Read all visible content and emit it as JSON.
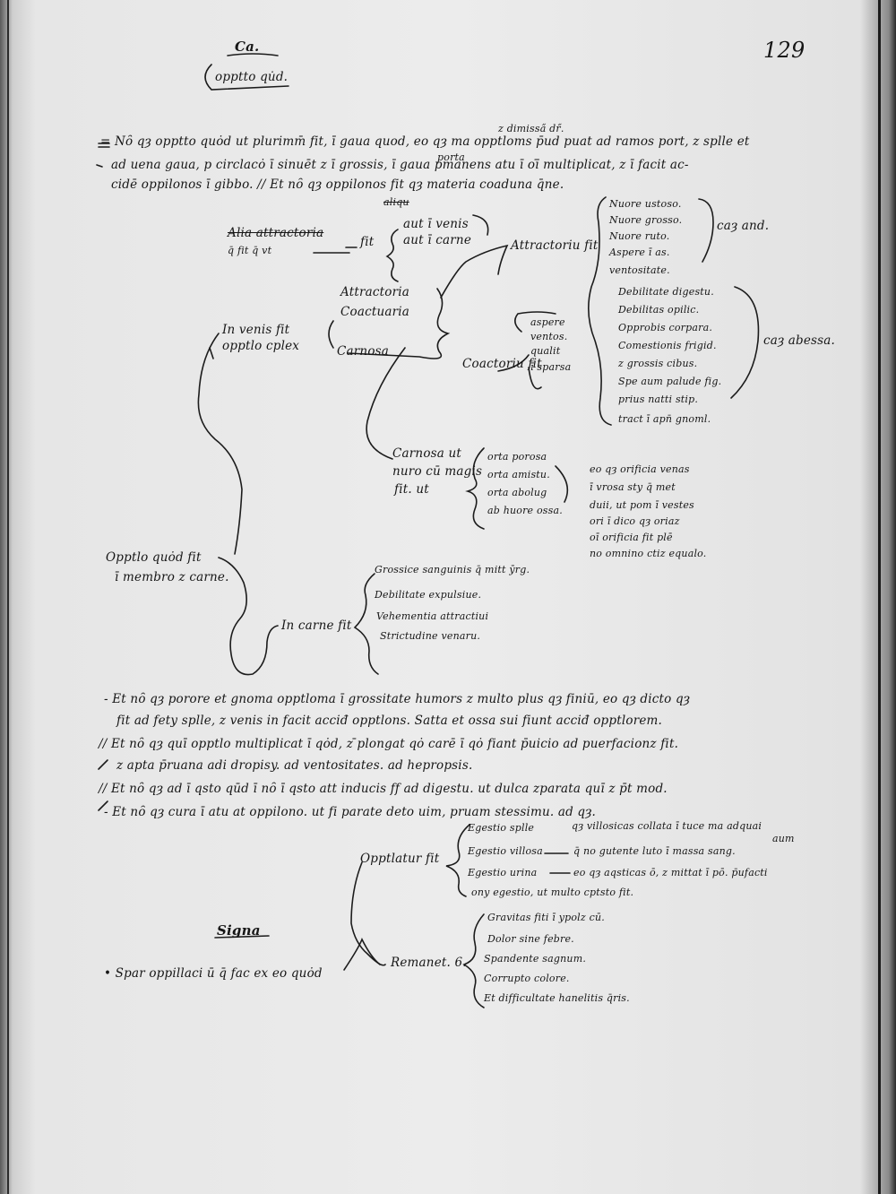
{
  "page": {
    "folio": "129",
    "heading": "Ca.",
    "subheading": "opptto qu̇d."
  },
  "intro": {
    "gloss_above": "z dimissa̋ dr̋.",
    "lines": [
      "= Nȏ qȝ opptto quȯd ut plurimm̄ fit, ī gaua quod, eo qȝ ma opptloms p̄ud puat ad ramos port, z splle et",
      "ad uena gaua, p circlacȯ ī sinuēt z ī grossis, ī gaua pmanens atu ī oī̄ multiplicat, z ī facit ac-",
      "cidē oppilonos ī gibbo. // Et nȏ qȝ oppilonos fit qȝ materia coaduna q̄ne."
    ],
    "gloss_porta": "porta"
  },
  "tree1": {
    "alias_strike": "aliqu",
    "alia_attract": "Alia attractoria",
    "alia_attract2": "q̄ fit q̄ vt",
    "fit": "fit",
    "aut_uenis": "aut ī venis",
    "aut_carne": "aut ī carne",
    "attract_fit": "Attractoriu fit",
    "right_list_a": [
      "Nuore ustoso.",
      "Nuore grosso.",
      "Nuore ruto.",
      "Aspere ī as.",
      "ventositate."
    ],
    "caga_and": "caȝ and.",
    "right_list_b": [
      "Debilitate digestu.",
      "Debilitas opilic.",
      "Opprobis corpara.",
      "Comestionis frigid.",
      "z grossis cibus.",
      "Spe aum palude fig.",
      "prius natti stip.",
      "tract ī apn̄ gnoml."
    ],
    "caga_abessa": "caȝ abessa.",
    "in_venis": "In venis fit",
    "opptlo_cplex": "opptlo cplex",
    "attractoria": "Attractoria",
    "coactuaria": "Coactuaria",
    "carnosa": "Carnosa",
    "coactoria_fit": "Coactoriu fit",
    "coactoria_list": [
      "aspere",
      "ventos.",
      "qualit",
      "ī sparsa"
    ],
    "carnosa_ut": "Carnosa ut",
    "nuro_cū_magis": "nuro cū magis",
    "fit_ut": "fit. ut",
    "orta_list": [
      "orta porosa",
      "orta amistu.",
      "orta abolug",
      "ab huore ossa."
    ],
    "quod_note": [
      "eo qȝ orificia venas",
      "ī vrosa sty q̄ met",
      "duii, ut pom ī vestes",
      "ori ī dico qȝ oriaz",
      "oī orificia fit plē",
      "no omnino ctiz equalo."
    ],
    "opptlo_quod": "Opptlo quȯd fit",
    "in_membro": "ī membro z carne.",
    "in_carne_fit": "In carne fit",
    "carne_list": [
      "Grossice sanguinis q̄ mitt ȳrg.",
      "Debilitate expulsiue.",
      "Vehementia attractiui",
      "Strictudine venaru."
    ]
  },
  "notes": [
    "- Et nȏ qȝ porore et gnoma opptloma ī grossitate humors z multo plus qȝ finiū, eo qȝ dicto qȝ",
    "fit ad fety splle, z venis in facit acciđ opptlons. Satta et ossa sui fiunt acciđ opptlorem.",
    "// Et nȏ qȝ quī opptlo multiplicat ī qȯd, z ̄plongat qȯ carē ī qȯ fiant p̄uicio ad puerfacionz fit.",
    "z apta p̄ruana adi dropisy. ad ventositates. ad hepropsis.",
    "// Et nȏ qȝ ad ī qsto qūd ī nȏ ī qsto att inducis ff ad digestu. ut dulca zparata quī z p̄t mod.",
    "- Et nȏ qȝ cura ī atu at oppilono. ut fi parate deto uim, pruam stessimu. ad qȝ."
  ],
  "tree2": {
    "opplatur_fit": "Opptlatur fit",
    "egesti_list": [
      "Egestio splle",
      "Egestio villosa",
      "Egestio urina"
    ],
    "egesti_notes": [
      "qȝ villosicas collata ī tuce ma adquai",
      "q̄ no gutente luto ī massa sang.",
      "eo qȝ aqsticas ō, z mittat ī pō. p̄ufacti",
      "ony egestio, ut multo cptsto fit."
    ],
    "aum": "aum",
    "signa": "Signa",
    "signa_line": "• Spar oppillaci ū q̄ fac ex eo quȯd",
    "remanet": "Remanet. 6.",
    "remanet_list": [
      "Gravitas fiti ī ypolz cū.",
      "Dolor sine febre.",
      "Spandente sagnum.",
      "Corrupto colore.",
      "Et difficultate hanelitis q̄ris."
    ]
  }
}
